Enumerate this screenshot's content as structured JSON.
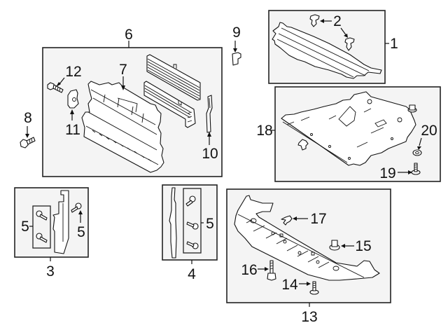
{
  "diagram": {
    "type": "exploded-parts-diagram",
    "callouts": {
      "c1": "1",
      "c2": "2",
      "c3": "3",
      "c4": "4",
      "c5a": "5",
      "c5b": "5",
      "c5c": "5",
      "c6": "6",
      "c7": "7",
      "c8": "8",
      "c9": "9",
      "c10": "10",
      "c11": "11",
      "c12": "12",
      "c13": "13",
      "c14": "14",
      "c15": "15",
      "c16": "16",
      "c17": "17",
      "c18": "18",
      "c19": "19",
      "c20": "20"
    },
    "groups": [
      {
        "callout": "6",
        "contains": [
          "7",
          "10",
          "11",
          "12"
        ]
      },
      {
        "callout": "1",
        "contains": [
          "2"
        ]
      },
      {
        "callout": "18",
        "contains": [
          "19",
          "20"
        ]
      },
      {
        "callout": "3",
        "contains": [
          "5"
        ]
      },
      {
        "callout": "4",
        "contains": [
          "5"
        ]
      },
      {
        "callout": "13",
        "contains": [
          "14",
          "15",
          "16",
          "17"
        ]
      }
    ],
    "standalone": [
      "8",
      "9"
    ]
  }
}
